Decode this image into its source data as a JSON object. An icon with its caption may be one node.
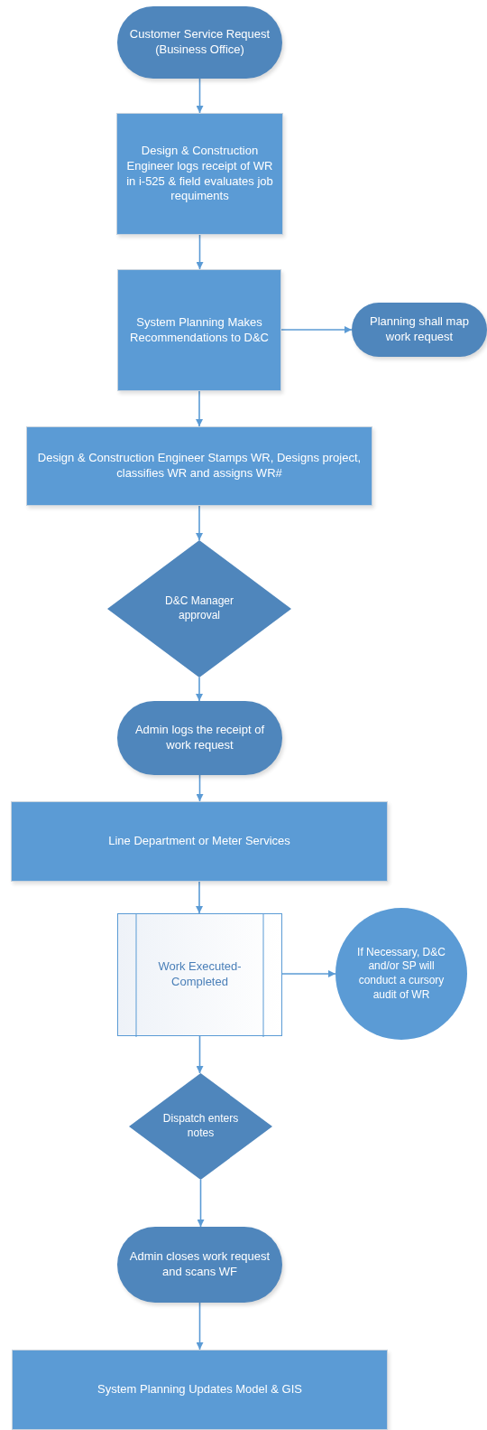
{
  "diagram": {
    "nodes": [
      {
        "text": [
          "Customer Service Request (Business Office)"
        ]
      },
      {
        "text": [
          "Design & Construction Engineer logs receipt of WR in i-525 & field evaluates job requiments"
        ]
      },
      {
        "text": [
          "System Planning Makes Recommendations to D&C"
        ]
      },
      {
        "text": [
          "Planning shall map work request"
        ]
      },
      {
        "text": [
          "Design & Construction Engineer Stamps WR, Designs project, classifies WR and assigns WR#"
        ]
      },
      {
        "text": [
          "D&C Manager approval"
        ]
      },
      {
        "text": [
          "Admin logs the receipt of work request"
        ]
      },
      {
        "text": [
          "Line Department or Meter Services"
        ]
      },
      {
        "text": [
          "Work Executed- Completed"
        ]
      },
      {
        "text": [
          "If Necessary, D&C and/or SP will conduct a cursory audit of WR"
        ]
      },
      {
        "text": [
          "Dispatch enters notes"
        ]
      },
      {
        "text": [
          "Admin closes work request and scans WF"
        ]
      },
      {
        "text": [
          "System Planning Updates Model & GIS"
        ]
      }
    ],
    "edges": [
      {
        "from": 0,
        "to": 1,
        "arrow": "to"
      },
      {
        "from": 1,
        "to": 2,
        "arrow": "to"
      },
      {
        "from": 2,
        "to": 3,
        "arrow": "to"
      },
      {
        "from": 2,
        "to": 4,
        "arrow": "to"
      },
      {
        "from": 4,
        "to": 5,
        "arrow": "to"
      },
      {
        "from": 5,
        "to": 6,
        "arrow": "to"
      },
      {
        "from": 6,
        "to": 7,
        "arrow": "to"
      },
      {
        "from": 7,
        "to": 8,
        "arrow": "to"
      },
      {
        "from": 8,
        "to": 9,
        "arrow": "to"
      },
      {
        "from": 8,
        "to": 10,
        "arrow": "to"
      },
      {
        "from": 10,
        "to": 11,
        "arrow": "to"
      },
      {
        "from": 11,
        "to": 12,
        "arrow": "to"
      }
    ]
  }
}
